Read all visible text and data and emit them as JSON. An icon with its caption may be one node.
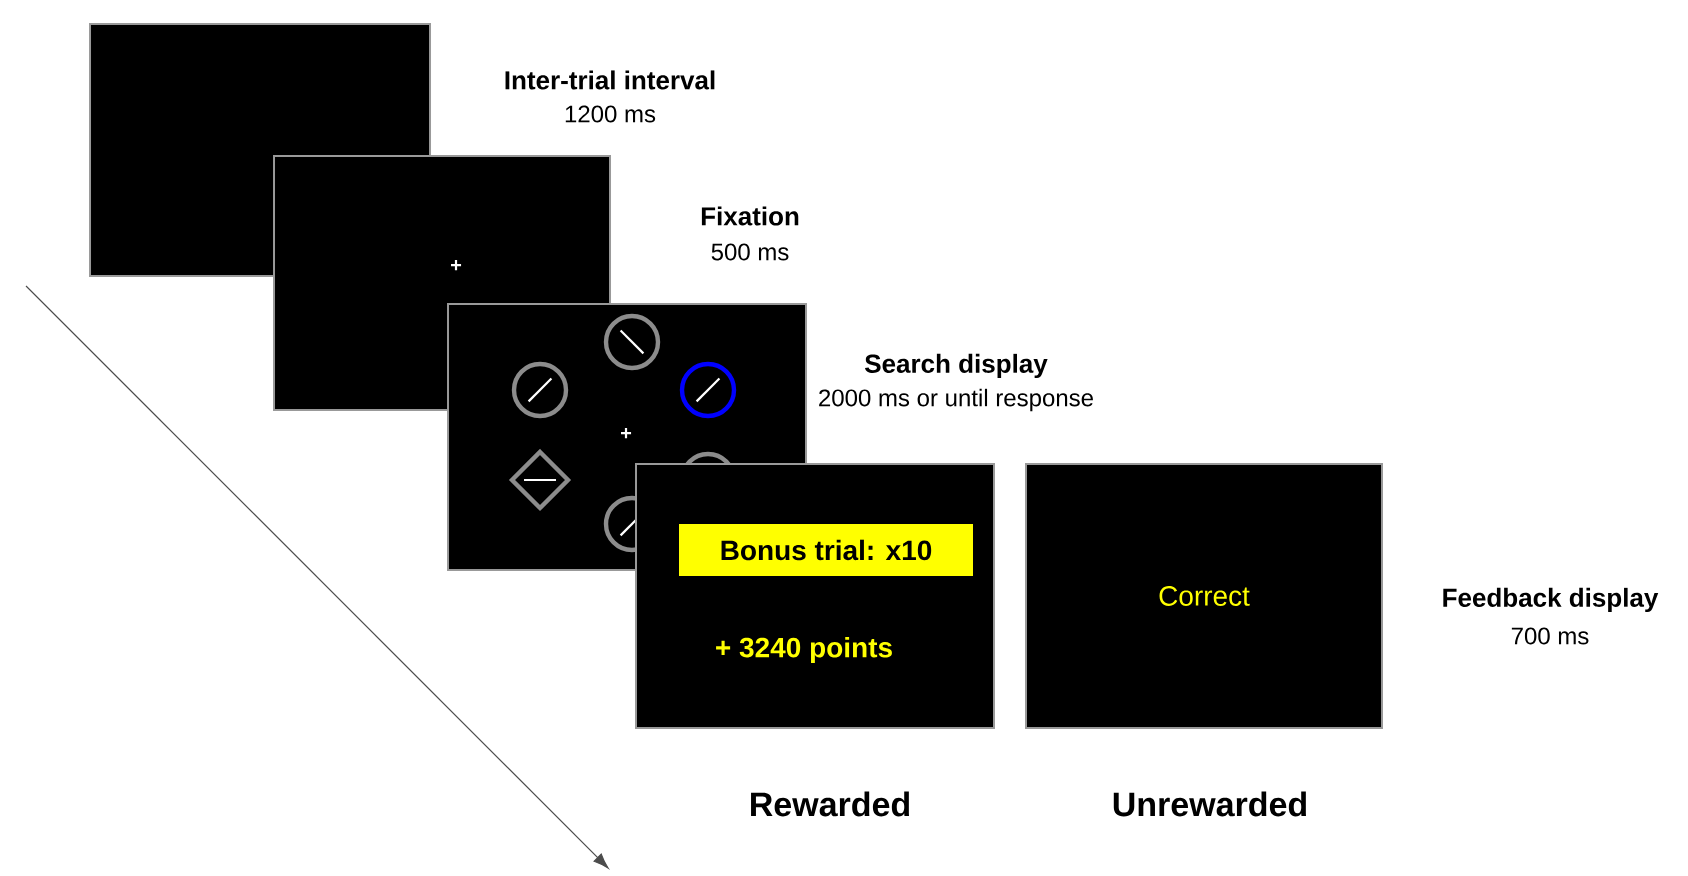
{
  "diagram": {
    "nodes": [
      {
        "text": [],
        "shape": "box",
        "beside": [
          "Inter-trial interval",
          "1200 ms"
        ]
      },
      {
        "text": [
          "+"
        ],
        "beside": [
          "Fixation",
          "500 ms"
        ]
      },
      {
        "text": [
          "+"
        ],
        "beside": [
          "Search display",
          "2000 ms or until response"
        ]
      },
      {
        "text": [
          "+ 3240 points"
        ],
        "beside": [
          "Rewarded"
        ]
      },
      {
        "text": [
          "Bonus trial: x10"
        ],
        "in": 3
      },
      {
        "text": [
          "Correct"
        ],
        "beside": [
          "Unrewarded"
        ]
      }
    ],
    "labels": [
      "Feedback display",
      "700 ms"
    ]
  }
}
